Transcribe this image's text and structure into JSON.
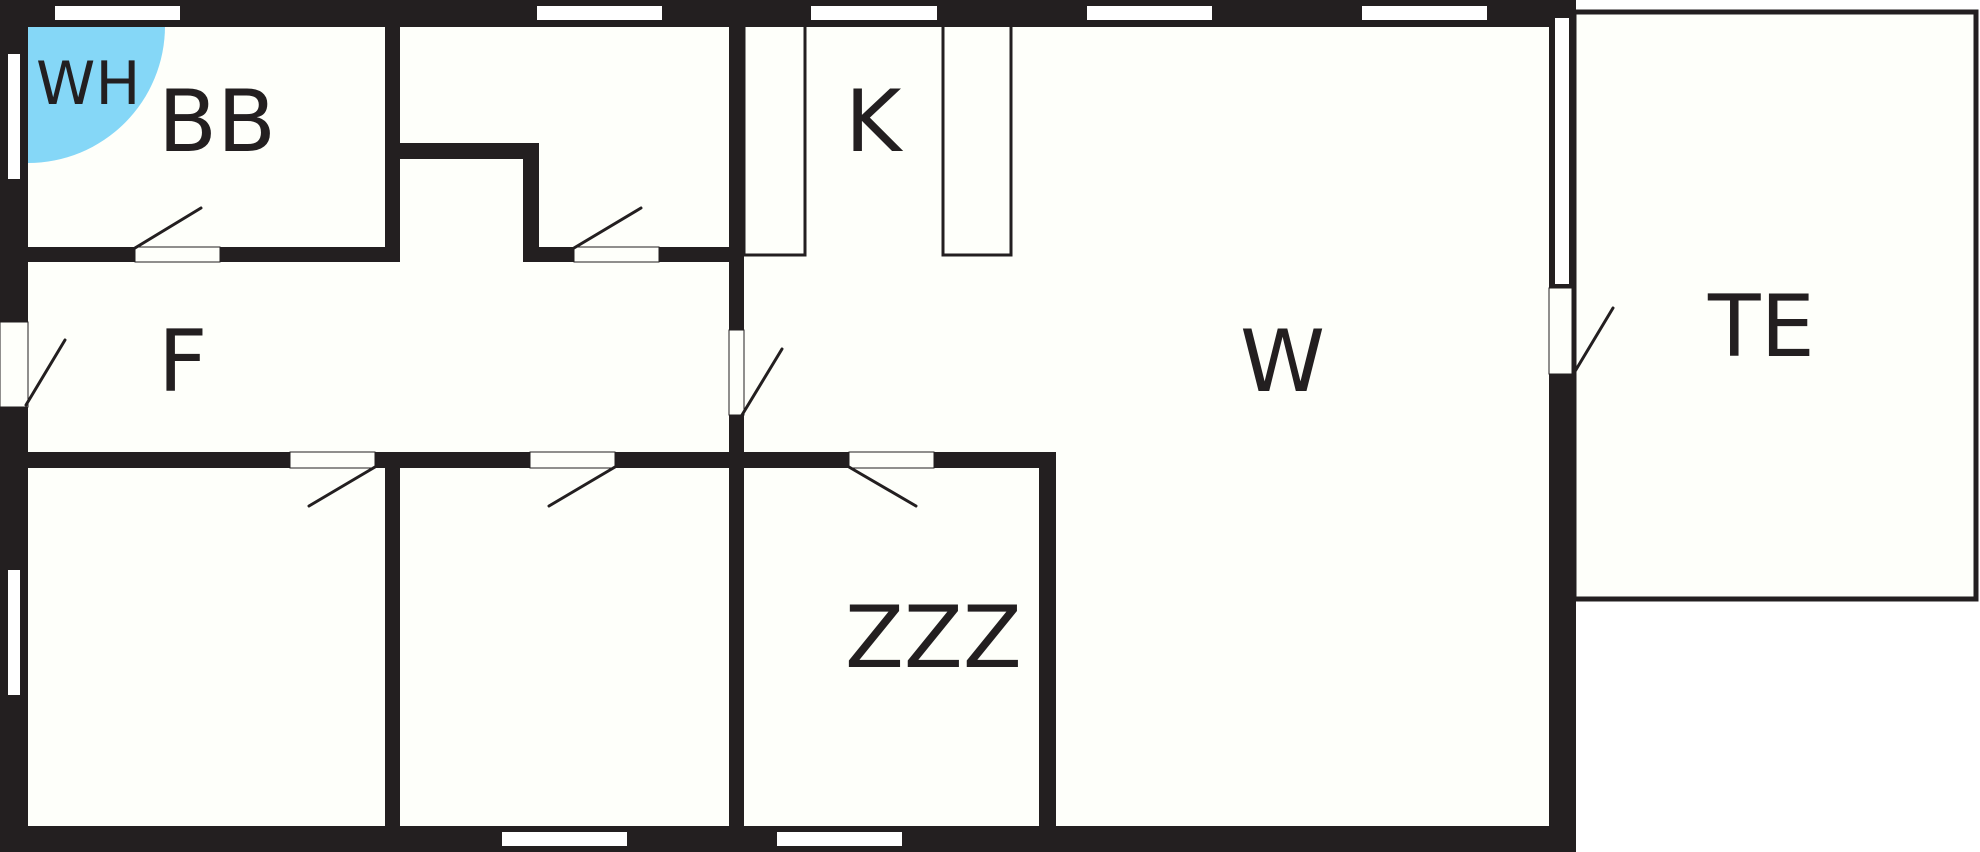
{
  "floor_plan": {
    "rooms": [
      {
        "id": "bb",
        "label": "BB"
      },
      {
        "id": "wh",
        "label": "WH"
      },
      {
        "id": "k",
        "label": "K"
      },
      {
        "id": "f",
        "label": "F"
      },
      {
        "id": "w",
        "label": "W"
      },
      {
        "id": "te",
        "label": "TE"
      },
      {
        "id": "zzz",
        "label": "ZZZ"
      }
    ]
  },
  "colors": {
    "wall": "#231f20",
    "floor": "#fefffa",
    "window": "#ffffff",
    "wh_marker": "#85d7f7"
  }
}
